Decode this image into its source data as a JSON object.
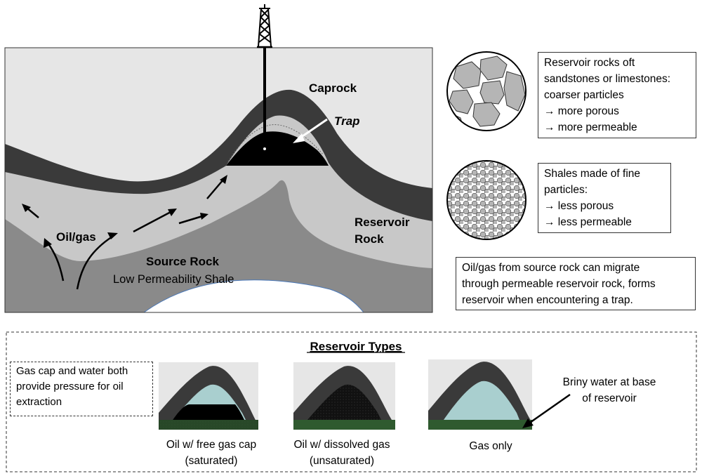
{
  "main_diagram": {
    "labels": {
      "caprock": "Caprock",
      "trap": "Trap",
      "oil_gas": "Oil/gas",
      "reservoir_rock_1": "Reservoir",
      "reservoir_rock_2": "Rock",
      "source_rock": "Source Rock",
      "low_perm_shale": "Low Permeability Shale"
    }
  },
  "info_boxes": {
    "reservoir_rocks": [
      "Reservoir rocks oft",
      "sandstones or limestones:",
      "coarser particles",
      "→ more porous",
      "→ more permeable"
    ],
    "shales": [
      "Shales made of fine",
      "particles:",
      "→ less porous",
      "→ less permeable"
    ],
    "migration": [
      "Oil/gas from source rock can migrate",
      "through permeable reservoir rock, forms",
      "reservoir when encountering a trap."
    ]
  },
  "reservoir_types": {
    "title": "Reservoir Types",
    "note": [
      "Gas cap and water both",
      "provide pressure for oil",
      "extraction"
    ],
    "captions": {
      "free_gas": [
        "Oil w/ free gas cap",
        "(saturated)"
      ],
      "dissolved_gas": [
        "Oil w/ dissolved gas",
        "(unsaturated)"
      ],
      "gas_only": [
        "Gas only"
      ]
    },
    "brine_label": [
      "Briny water at base",
      "of reservoir"
    ]
  },
  "colors": {
    "caprock": "#3a3a3a",
    "reservoir": "#c8c8c8",
    "source": "#8a8a8a",
    "oil": "#000000",
    "gas": "#a9cfcf",
    "water": "#2f5a2f",
    "sky": "#e6e6e6"
  }
}
